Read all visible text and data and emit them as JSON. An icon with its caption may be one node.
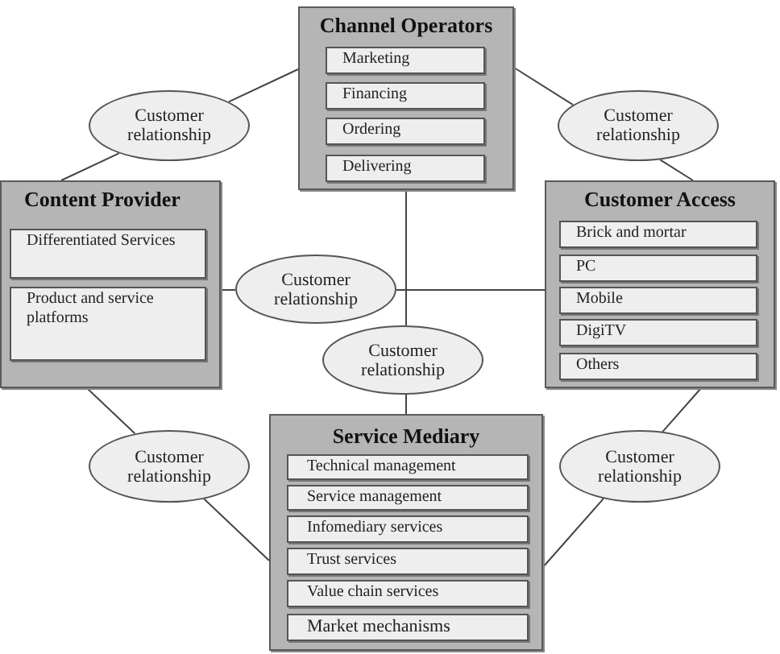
{
  "diagram": {
    "nodes": [
      {
        "text": [
          "Channel Operators"
        ]
      },
      {
        "text": [
          "Marketing"
        ],
        "in": 0
      },
      {
        "text": [
          "Financing"
        ],
        "in": 0
      },
      {
        "text": [
          "Ordering"
        ],
        "in": 0
      },
      {
        "text": [
          "Delivering"
        ],
        "in": 0
      },
      {
        "text": [
          "Customer relationship"
        ]
      },
      {
        "text": [
          "Customer relationship"
        ]
      },
      {
        "text": [
          "Content Provider"
        ]
      },
      {
        "text": [
          "Differentiated Services"
        ],
        "in": 7
      },
      {
        "text": [
          "Product and service platforms"
        ],
        "in": 7
      },
      {
        "text": [
          "Customer Access"
        ]
      },
      {
        "text": [
          "Brick and mortar"
        ],
        "in": 10
      },
      {
        "text": [
          "PC"
        ],
        "in": 10
      },
      {
        "text": [
          "Mobile"
        ],
        "in": 10
      },
      {
        "text": [
          "DigiTV"
        ],
        "in": 10
      },
      {
        "text": [
          "Others"
        ],
        "in": 10
      },
      {
        "text": [
          "Customer relationship"
        ]
      },
      {
        "text": [
          "Customer relationship"
        ]
      },
      {
        "text": [
          "Service Mediary"
        ]
      },
      {
        "text": [
          "Technical management"
        ],
        "in": 18
      },
      {
        "text": [
          "Service management"
        ],
        "in": 18
      },
      {
        "text": [
          "Infomediary services"
        ],
        "in": 18
      },
      {
        "text": [
          "Trust services"
        ],
        "in": 18
      },
      {
        "text": [
          "Value chain services"
        ],
        "in": 18
      },
      {
        "text": [
          "Market mechanisms"
        ],
        "in": 18
      },
      {
        "text": [
          "Customer relationship"
        ]
      },
      {
        "text": [
          "Customer relationship"
        ]
      }
    ],
    "edges": [
      {
        "from": 0,
        "to": 5,
        "arrow": "none"
      },
      {
        "from": 5,
        "to": 7,
        "arrow": "none"
      },
      {
        "from": 0,
        "to": 6,
        "arrow": "none"
      },
      {
        "from": 6,
        "to": 10,
        "arrow": "none"
      },
      {
        "from": 7,
        "to": 16,
        "arrow": "none"
      },
      {
        "from": 16,
        "to": 10,
        "arrow": "none"
      },
      {
        "from": 0,
        "to": 17,
        "arrow": "none"
      },
      {
        "from": 17,
        "to": 18,
        "arrow": "none"
      },
      {
        "from": 7,
        "to": 25,
        "arrow": "none"
      },
      {
        "from": 25,
        "to": 18,
        "arrow": "none"
      },
      {
        "from": 10,
        "to": 26,
        "arrow": "none"
      },
      {
        "from": 26,
        "to": 18,
        "arrow": "none"
      }
    ]
  }
}
